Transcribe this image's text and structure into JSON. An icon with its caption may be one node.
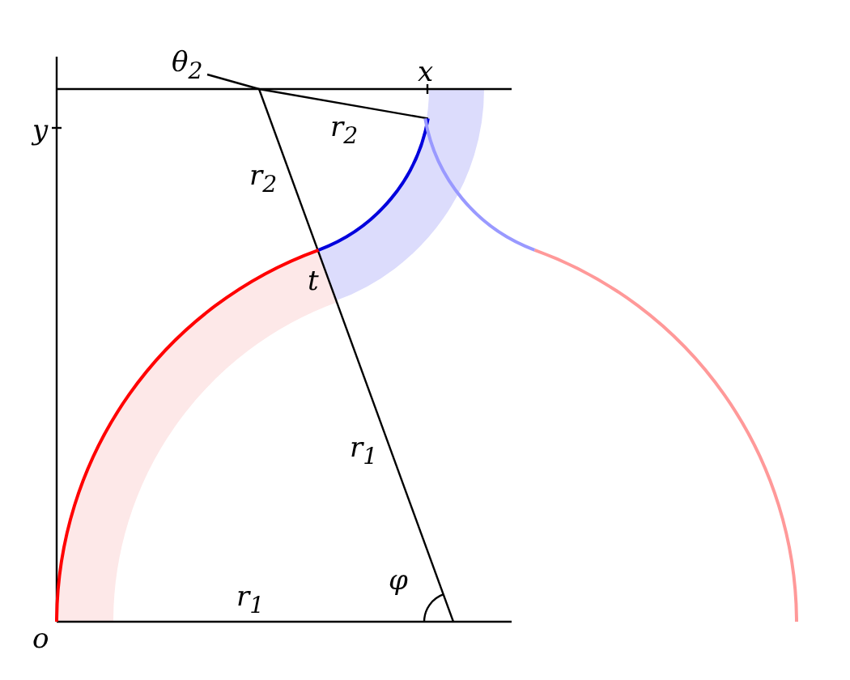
{
  "diagram": {
    "labels": [
      "θ$_{2}$",
      "x",
      "y",
      "r$_{2}$",
      "r$_{2}$",
      "t",
      "r$_{1}$",
      "φ",
      "r$_{1}$",
      "o"
    ]
  }
}
